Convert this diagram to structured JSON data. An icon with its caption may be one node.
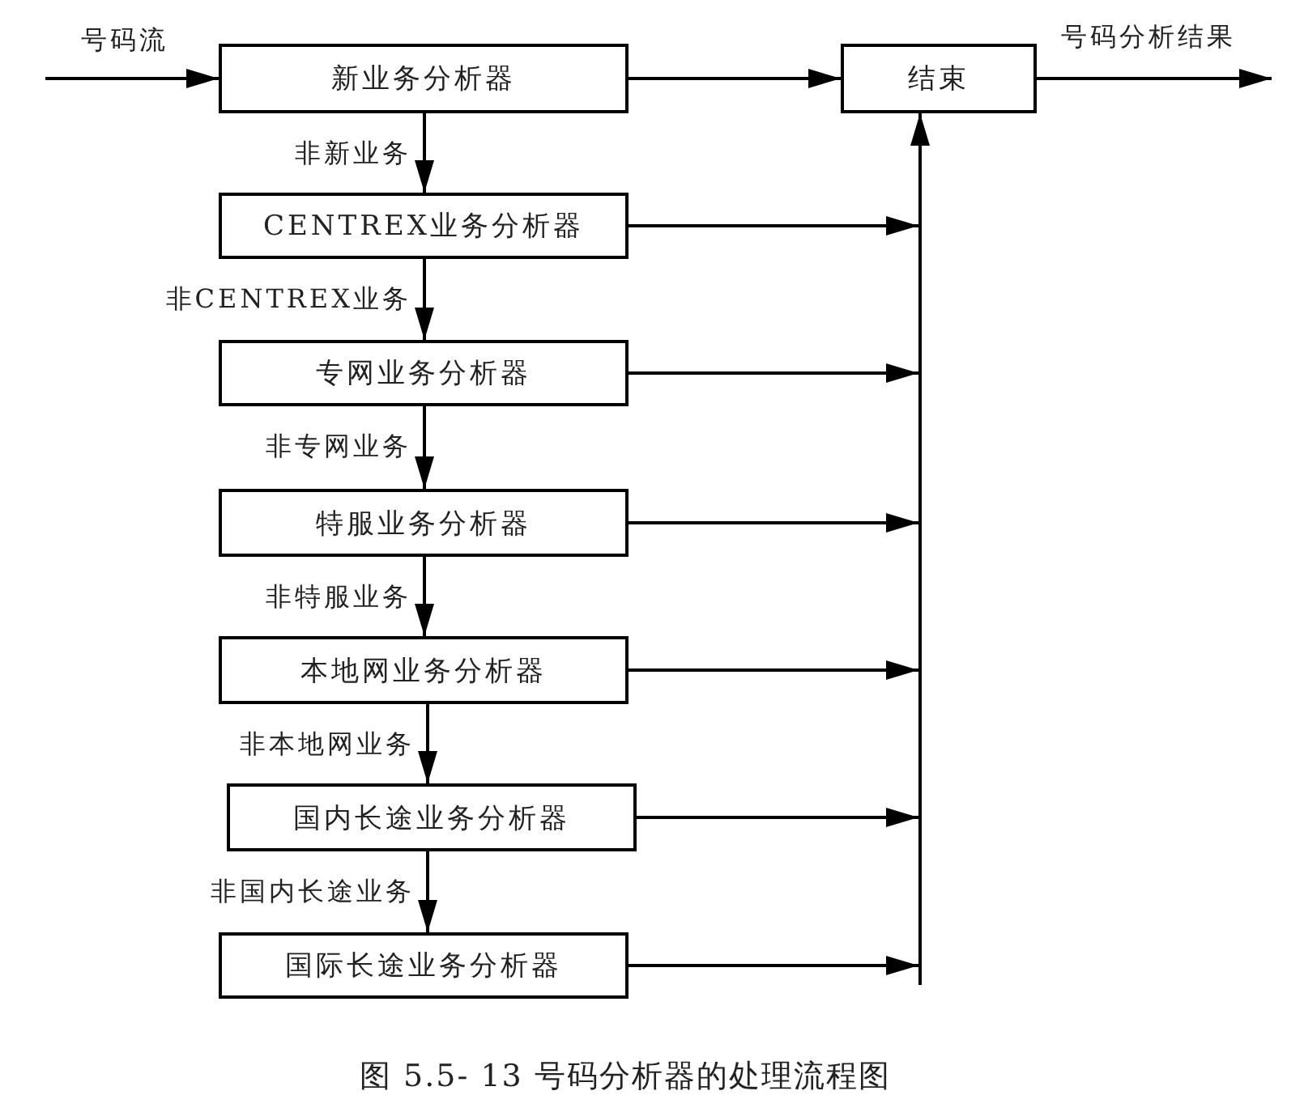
{
  "diagram": {
    "caption": "图 5.5- 13 号码分析器的处理流程图",
    "nodes": [
      {
        "text": [
          "新业务分析器"
        ]
      },
      {
        "text": [
          "CENTREX业务分析器"
        ]
      },
      {
        "text": [
          "专网业务分析器"
        ]
      },
      {
        "text": [
          "特服业务分析器"
        ]
      },
      {
        "text": [
          "本地网业务分析器"
        ]
      },
      {
        "text": [
          "国内长途业务分析器"
        ]
      },
      {
        "text": [
          "国际长途业务分析器"
        ]
      },
      {
        "text": [
          "结束"
        ]
      }
    ],
    "edges": [
      {
        "from": null,
        "to": 0,
        "arrow": "to",
        "label": "号码流"
      },
      {
        "from": 0,
        "to": 7,
        "arrow": "to"
      },
      {
        "from": 0,
        "to": 1,
        "arrow": "to",
        "label": "非新业务"
      },
      {
        "from": 1,
        "to": 2,
        "arrow": "to",
        "label": "非CENTREX业务"
      },
      {
        "from": 2,
        "to": 3,
        "arrow": "to",
        "label": "非专网业务"
      },
      {
        "from": 3,
        "to": 4,
        "arrow": "to",
        "label": "非特服业务"
      },
      {
        "from": 4,
        "to": 5,
        "arrow": "to",
        "label": "非本地网业务"
      },
      {
        "from": 5,
        "to": 6,
        "arrow": "to",
        "label": "非国内长途业务"
      },
      {
        "from": 1,
        "to": 7,
        "arrow": "to"
      },
      {
        "from": 2,
        "to": 7,
        "arrow": "to"
      },
      {
        "from": 3,
        "to": 7,
        "arrow": "to"
      },
      {
        "from": 4,
        "to": 7,
        "arrow": "to"
      },
      {
        "from": 5,
        "to": 7,
        "arrow": "to"
      },
      {
        "from": 6,
        "to": 7,
        "arrow": "to"
      },
      {
        "from": 7,
        "to": null,
        "arrow": "to",
        "label": "号码分析结果"
      }
    ]
  }
}
